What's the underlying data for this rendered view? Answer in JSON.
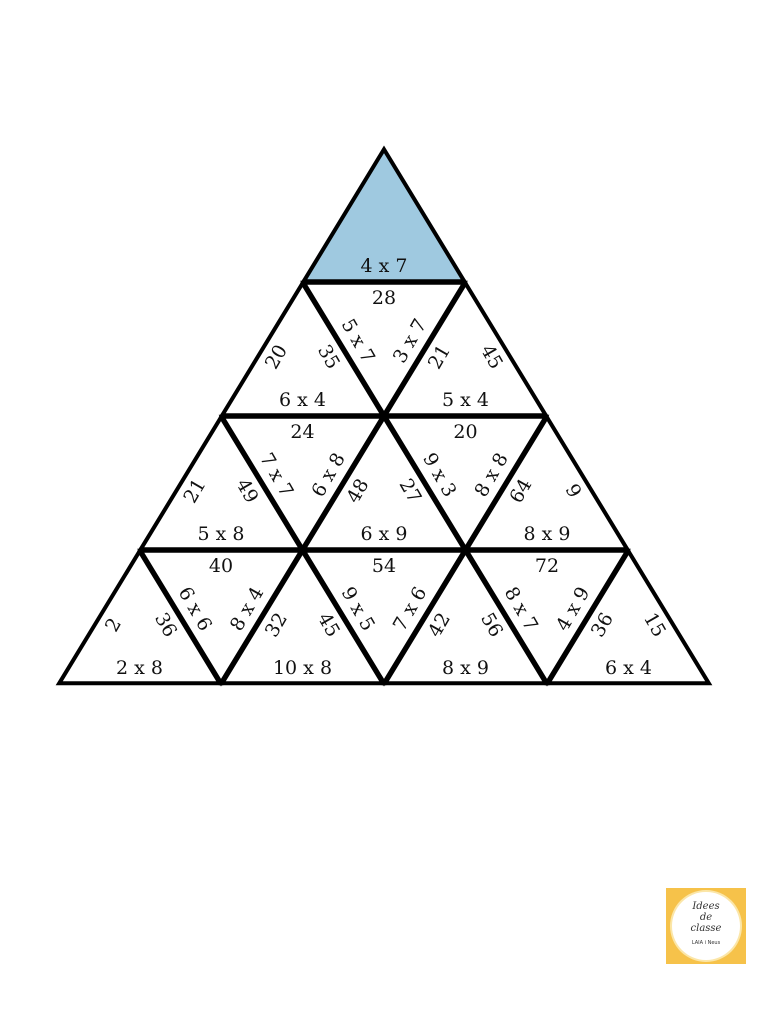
{
  "colors": {
    "highlight_fill": "#9fc9e0",
    "line": "#000000",
    "background": "#ffffff",
    "logo_bg": "#f6c24a"
  },
  "pieces": [
    {
      "name": "row1-up-1",
      "bottom": "4 x 7"
    },
    {
      "name": "row2-up-1",
      "left": "20",
      "right": "35",
      "bottom": "6 x 4"
    },
    {
      "name": "row2-down-1",
      "top": "28",
      "left": "5 x 7",
      "right": "3 x 7"
    },
    {
      "name": "row2-up-2",
      "left": "21",
      "right": "45",
      "bottom": "5 x 4"
    },
    {
      "name": "row3-up-1",
      "left": "21",
      "right": "49",
      "bottom": "5 x 8"
    },
    {
      "name": "row3-down-1",
      "top": "24",
      "left": "7 x 7",
      "right": "6 x 8"
    },
    {
      "name": "row3-up-2",
      "left": "48",
      "right": "27",
      "bottom": "6 x 9"
    },
    {
      "name": "row3-down-2",
      "top": "20",
      "left": "9 x 3",
      "right": "8 x 8"
    },
    {
      "name": "row3-up-3",
      "left": "64",
      "right": "9",
      "bottom": "8 x 9"
    },
    {
      "name": "row4-up-1",
      "left": "2",
      "right": "36",
      "bottom": "2 x 8"
    },
    {
      "name": "row4-down-1",
      "top": "40",
      "left": "6 x 6",
      "right": "8 x 4"
    },
    {
      "name": "row4-up-2",
      "left": "32",
      "right": "45",
      "bottom": "10 x 8"
    },
    {
      "name": "row4-down-2",
      "top": "54",
      "left": "9 x 5",
      "right": "7 x 6"
    },
    {
      "name": "row4-up-3",
      "left": "42",
      "right": "56",
      "bottom": "8 x 9"
    },
    {
      "name": "row4-down-3",
      "top": "72",
      "left": "8 x 7",
      "right": "4 x 9"
    },
    {
      "name": "row4-up-4",
      "left": "36",
      "right": "15",
      "bottom": "6 x 4"
    }
  ],
  "logo": {
    "line1": "Idees",
    "line2": "de",
    "line3": "classe",
    "tagline": "LAIA i Neus"
  }
}
